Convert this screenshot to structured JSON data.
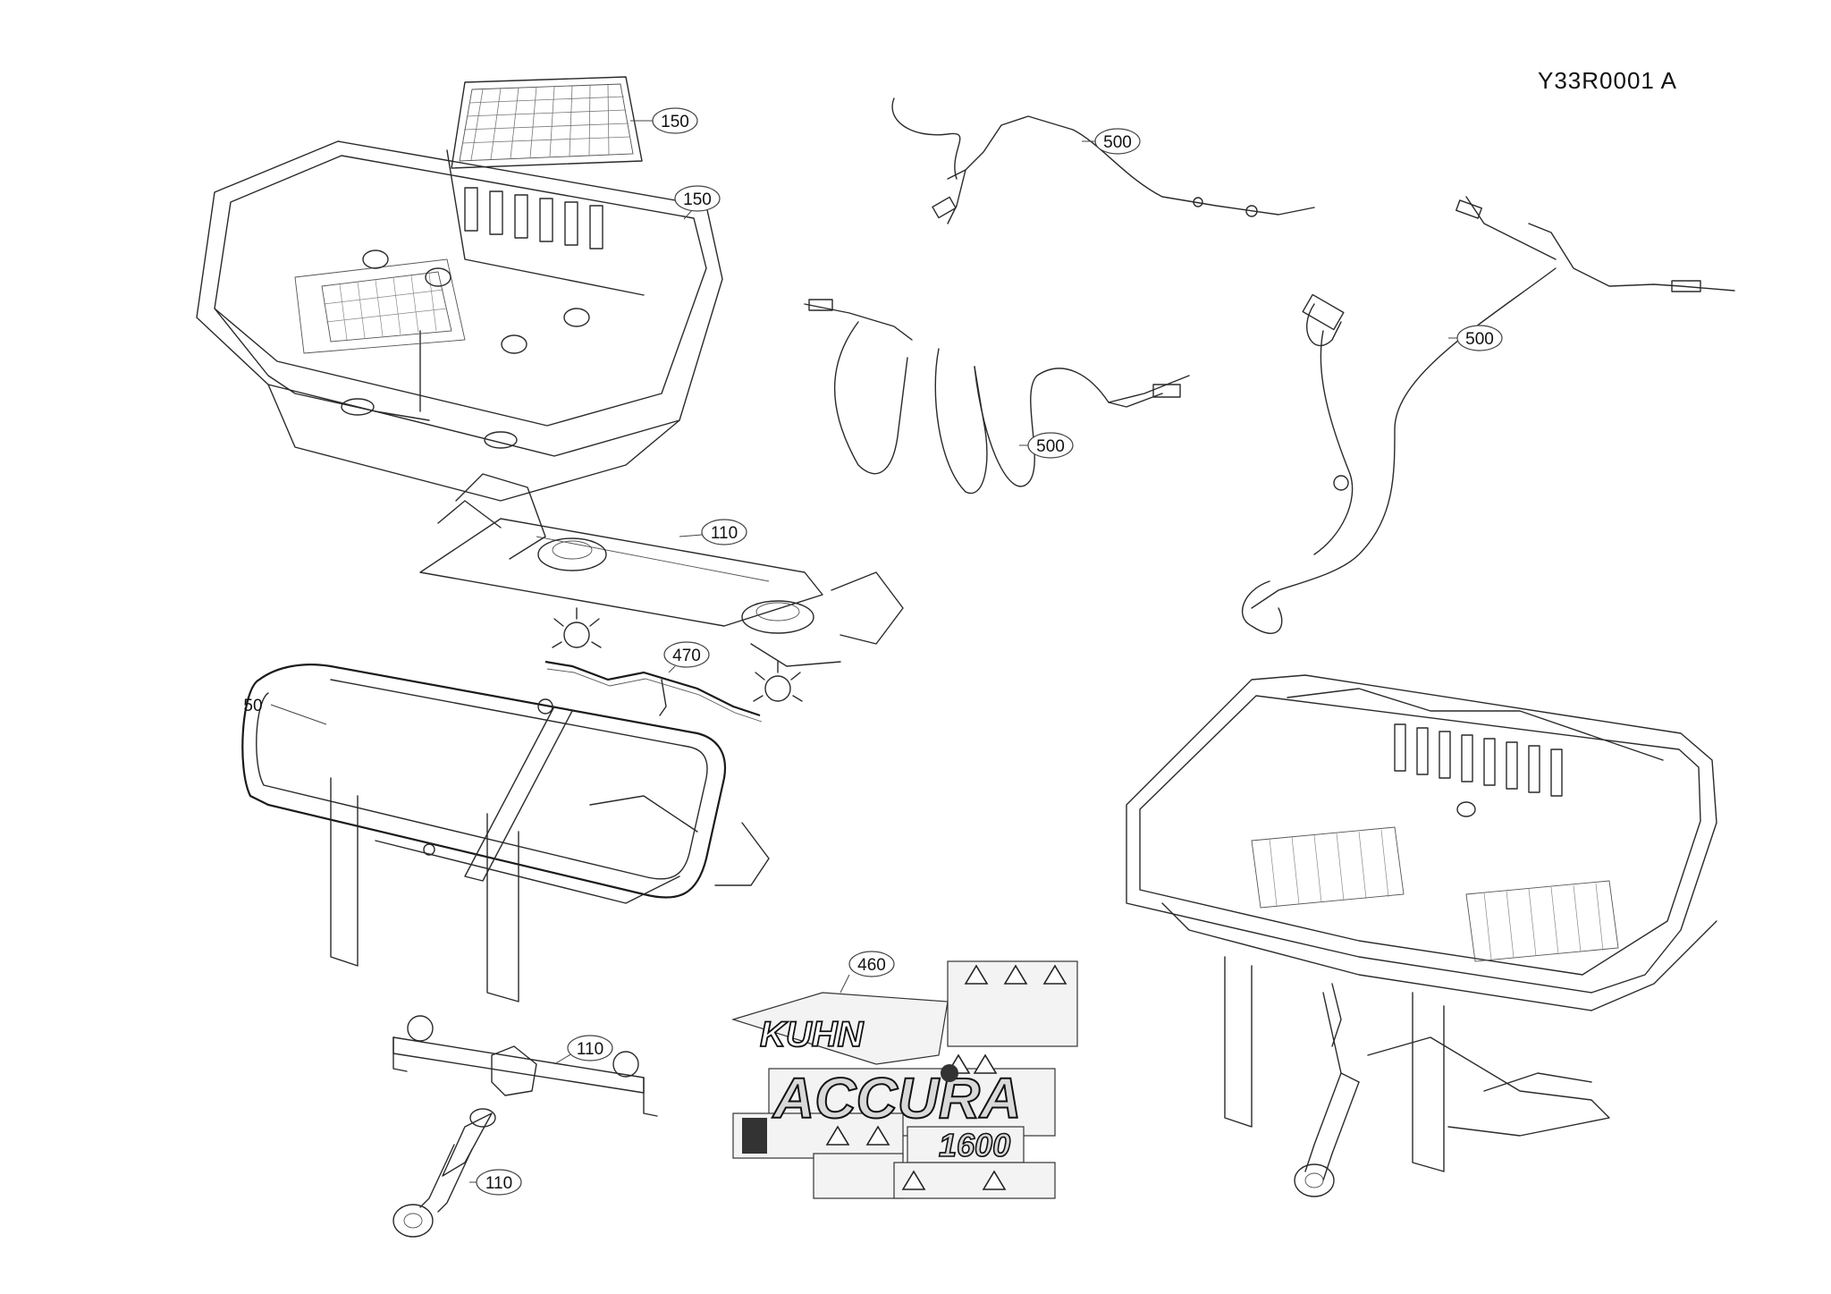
{
  "drawing_ref": "Y33R0001  A",
  "callouts": [
    {
      "id": "grid-top",
      "label": "150"
    },
    {
      "id": "hopper-top",
      "label": "150"
    },
    {
      "id": "harness-a",
      "label": "500"
    },
    {
      "id": "harness-b",
      "label": "500"
    },
    {
      "id": "harness-c",
      "label": "500"
    },
    {
      "id": "mech-chassis",
      "label": "110"
    },
    {
      "id": "agitator",
      "label": "470"
    },
    {
      "id": "frame",
      "label": "50"
    },
    {
      "id": "decals",
      "label": "460"
    },
    {
      "id": "gearbox",
      "label": "110"
    },
    {
      "id": "pto",
      "label": "110"
    }
  ],
  "decal": {
    "brand": "KUHN",
    "model": "ACCURA",
    "capacity": "1600"
  },
  "colors": {
    "line": "#2a2a2a",
    "background": "#ffffff"
  }
}
